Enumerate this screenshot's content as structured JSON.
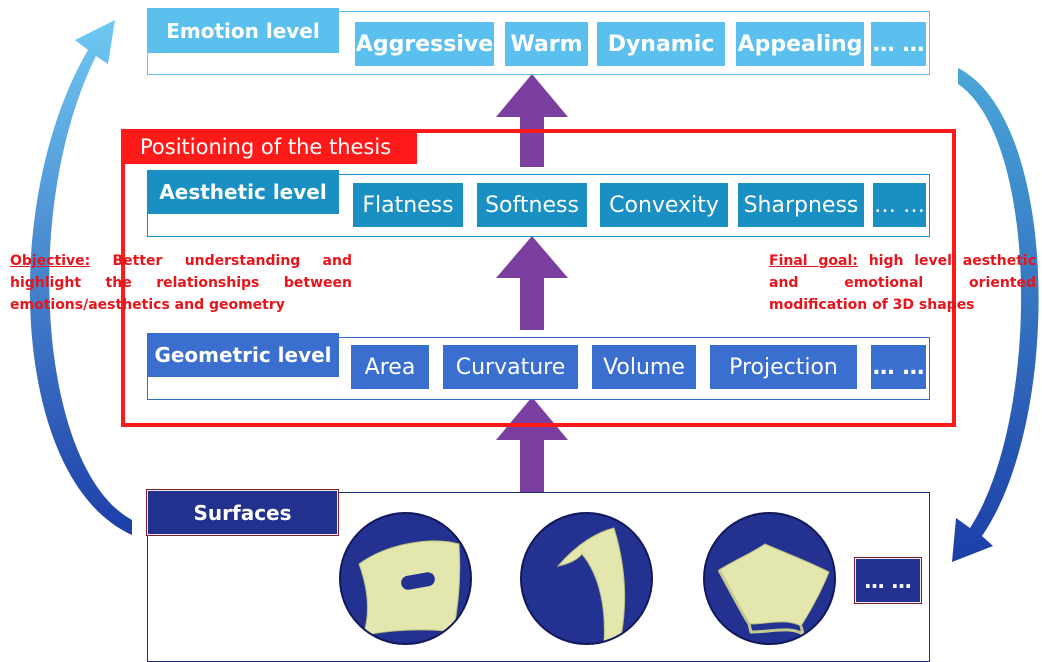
{
  "emotion": {
    "label": "Emotion level",
    "items": [
      "Aggressive",
      "Warm",
      "Dynamic",
      "Appealing",
      "… …"
    ]
  },
  "thesis": {
    "title": "Positioning of the thesis"
  },
  "aesthetic": {
    "label": "Aesthetic level",
    "items": [
      "Flatness",
      "Softness",
      "Convexity",
      "Sharpness",
      "… …"
    ]
  },
  "geometric": {
    "label": "Geometric level",
    "items": [
      "Area",
      "Curvature",
      "Volume",
      "Projection",
      "… …"
    ]
  },
  "objective": {
    "heading": "Objective:",
    "text": "Better understanding and highlight the relationships between emotions/aesthetics and geometry"
  },
  "final_goal": {
    "heading": "Final goal:",
    "text": "high level aesthetic and emotional oriented modification of 3D shapes"
  },
  "surfaces": {
    "label": "Surfaces",
    "more": "… …"
  },
  "colors": {
    "emotion": "#5bc0ee",
    "aesthetic": "#1a8fc4",
    "geometric": "#3a6fcf",
    "thesis_frame": "#ff1a1a",
    "arrow": "#7b3fa0",
    "surfaces": "#233191",
    "surface_shape": "#e3e7ad",
    "note_text": "#e8141b"
  }
}
